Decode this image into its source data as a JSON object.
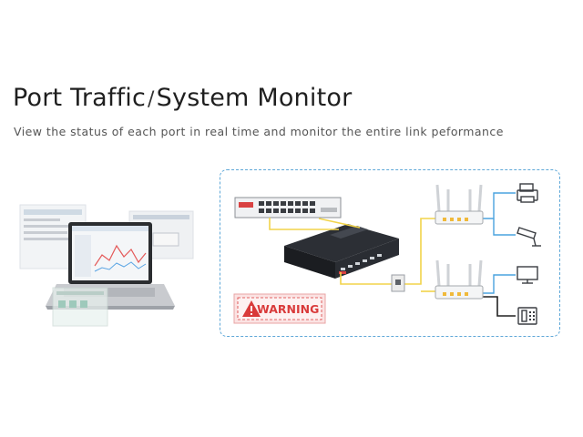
{
  "header": {
    "title_part1": "Port Traffic",
    "title_sep": "/",
    "title_part2": "System Monitor",
    "subtitle": "View the status of each port in real time and monitor the entire link peformance"
  },
  "diagram": {
    "warning_label": "WARNING",
    "devices": [
      "switch-icon",
      "router-icon",
      "access-point-icon",
      "printer-icon",
      "camera-icon",
      "monitor-icon",
      "phone-icon",
      "laptop-icon"
    ]
  },
  "colors": {
    "panel_border": "#5fa8d8",
    "link_yellow": "#f2d44a",
    "link_blue": "#4aa3df",
    "link_black": "#222222",
    "warning_red": "#d93a3a"
  }
}
